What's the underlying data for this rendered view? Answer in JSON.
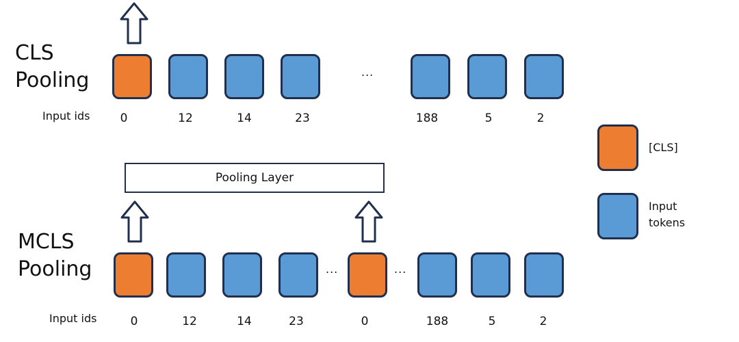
{
  "colors": {
    "cls_token": "#ed7d31",
    "input_token": "#5b9bd5",
    "border": "#1f2f4d"
  },
  "cls_pooling": {
    "title_line1": "CLS",
    "title_line2": "Pooling",
    "row_label": "Input ids",
    "ellipsis": "...",
    "ids": [
      "0",
      "12",
      "14",
      "23",
      "188",
      "5",
      "2"
    ]
  },
  "mcls_pooling": {
    "title_line1": "MCLS",
    "title_line2": "Pooling",
    "pooling_layer": "Pooling Layer",
    "row_label": "Input ids",
    "ellipsis": "...",
    "ids": [
      "0",
      "12",
      "14",
      "23",
      "0",
      "188",
      "5",
      "2"
    ]
  },
  "legend": {
    "cls_label": "[CLS]",
    "input_label_line1": "Input",
    "input_label_line2": "tokens"
  }
}
